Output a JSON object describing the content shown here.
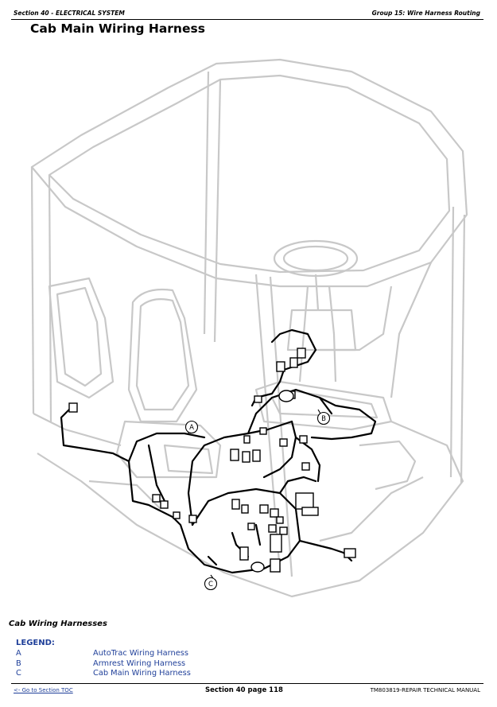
{
  "header": {
    "section": "Section 40 - ELECTRICAL SYSTEM",
    "group": "Group 15: Wire Harness Routing"
  },
  "title": "Cab Main Wiring Harness",
  "illustration": {
    "callouts": [
      "A",
      "B",
      "C"
    ]
  },
  "caption": "Cab Wiring Harnesses",
  "legend": {
    "heading": "LEGEND:",
    "items": [
      {
        "key": "A",
        "label": "AutoTrac Wiring Harness"
      },
      {
        "key": "B",
        "label": "Armrest Wiring Harness"
      },
      {
        "key": "C",
        "label": "Cab Main Wiring Harness"
      }
    ]
  },
  "footer": {
    "toc_link": "<- Go to Section TOC",
    "page": "Section 40 page 118",
    "manual": "TM803819-REPAIR TECHNICAL MANUAL"
  }
}
